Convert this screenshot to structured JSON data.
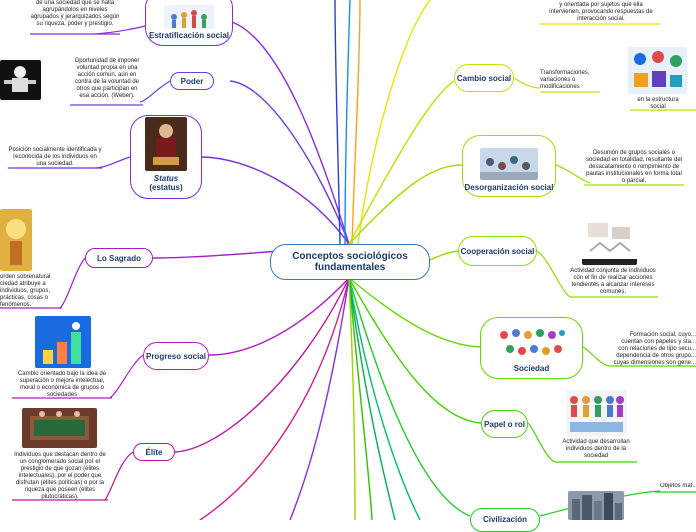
{
  "central": "Conceptos sociológicos fundamentales",
  "nodes": {
    "estratificacion": "Estratificación social",
    "poder": "Poder",
    "status": "Status",
    "status_sub": "(estatus)",
    "sagrado": "Lo Sagrado",
    "progreso": "Progreso social",
    "elite": "Élite",
    "cambio": "Cambio social",
    "desorganizacion": "Desorganización social",
    "cooperacion": "Cooperación social",
    "sociedad": "Sociedad",
    "papel": "Papel o rol",
    "civilizacion": "Civilización"
  },
  "descriptions": {
    "estratificacion": "de una sociedad que se halla agrupándolos en niveles agrupados y jerarquizados según su riqueza, poder y prestigio.",
    "poder": "Oportunidad de imponer voluntad propia en una acción común, aún en contra de la voluntad de otros que participan en esa acción. (Weber).",
    "status": "Posición socialmente identificada y reconocida de los individuos en una sociedad.",
    "sagrado": "orden sobrenatural ciedad atribuye a individuos, grupos, prácticas, cosas o fenómenos.",
    "progreso": "Cambio orientado bajo la idea de superación o mejora intelectual, moral o económica de grupos o sociedades",
    "elite": "Individuos que destacan dentro de un conglomerado social por el prestigio de que gozan (élites intelectuales), por el poder que disfrutan (élites políticas) o por la riqueza que poseen (élites plutocráticas).",
    "top_right": "y orientada por sujetos que ella intervienen, provocando respuestas de interacción social.",
    "cambio": "Transformaciones, variaciones o modificaciones",
    "cambio_pic": "en la estructura social",
    "desorganizacion": "Desunión de grupos sociales o sociedad en totalidad, resultante del desacatamiento o rompimiento de pautas institucionales en forma total o parcial.",
    "cooperacion": "Actividad conjunta de individuos con el fin de realizar acciones tendientes a alcanzar intereses comunes.",
    "sociedad": "Formación social, cuyo... cuentan con papeles y sta... con relaciones de tipo secu... dependencia de otros grupo... cuyas dimensiones son gene...",
    "papel": "Actividad que desarrollan individuos dentro de la sociedad",
    "civilizacion": "Objetos mat..."
  },
  "colors": {
    "central": "#3a78b5",
    "purple": "#8a2be2",
    "magenta": "#d81b8c",
    "blue": "#2a3fd8",
    "orange": "#ff9f1a",
    "yellow": "#e6e600",
    "lime": "#8ee000",
    "green": "#22cc22"
  }
}
